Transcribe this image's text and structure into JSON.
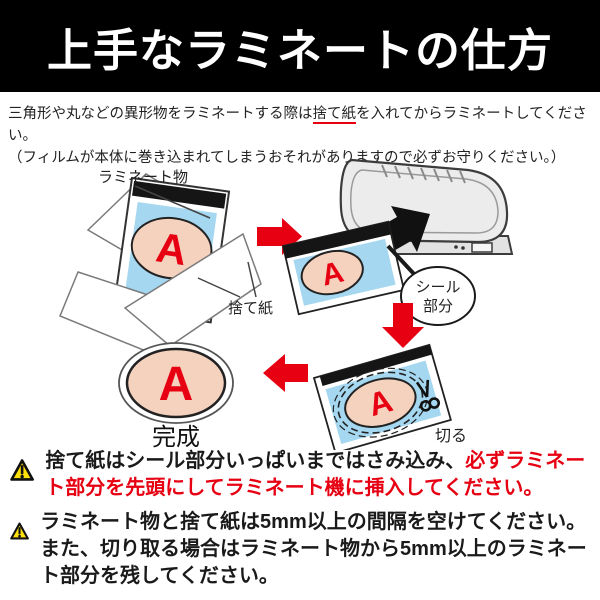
{
  "header": {
    "title": "上手なラミネートの仕方"
  },
  "intro": {
    "line1_pre": "三角形や丸などの異形物をラミネートする際は",
    "line1_emphasis": "捨て紙",
    "line1_post": "を入れてからラミネートしてください。",
    "line2": "（フィルムが本体に巻き込まれてしまうおそれがありますので必ずお守りください。）"
  },
  "diagram": {
    "labels": {
      "laminate_item": "ラミネート物",
      "waste_paper": "捨て紙",
      "seal_line1": "シール",
      "seal_line2": "部分",
      "cut": "切る",
      "done": "完成",
      "sample_letter": "A"
    }
  },
  "warnings": [
    {
      "black": "捨て紙はシール部分いっぱいまではさみ込み、",
      "red": "必ずラミネート部分を先頭にしてラミネート機に挿入してください。"
    },
    {
      "black": "ラミネート物と捨て紙は5mm以上の間隔を空けてください。また、切り取る場合はラミネート物から5mm以上のラミネート部分を残してください。",
      "red": ""
    }
  ],
  "colors": {
    "accent_red": "#e60012",
    "film_blue": "#a5d8f0",
    "object_pink": "#f5d2be",
    "warning_yellow": "#ffe10a",
    "banner_black": "#000000"
  }
}
